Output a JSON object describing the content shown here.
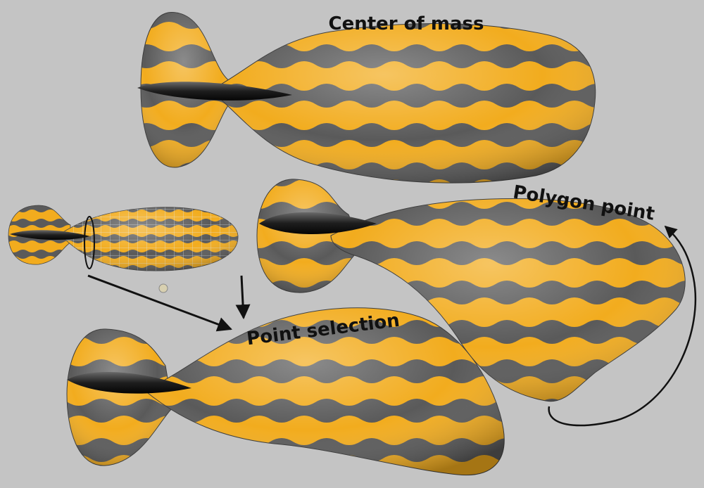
{
  "labels": {
    "center_of_mass": "Center of mass",
    "polygon_point": "Polygon point",
    "point_selection": "Point selection"
  },
  "colors": {
    "background": "#c4c4c4",
    "stripe_yellow": "#f2ac1e",
    "stripe_gray": "#5a5a5a",
    "arrow": "#111111",
    "wireframe": "#dfe7ee"
  }
}
